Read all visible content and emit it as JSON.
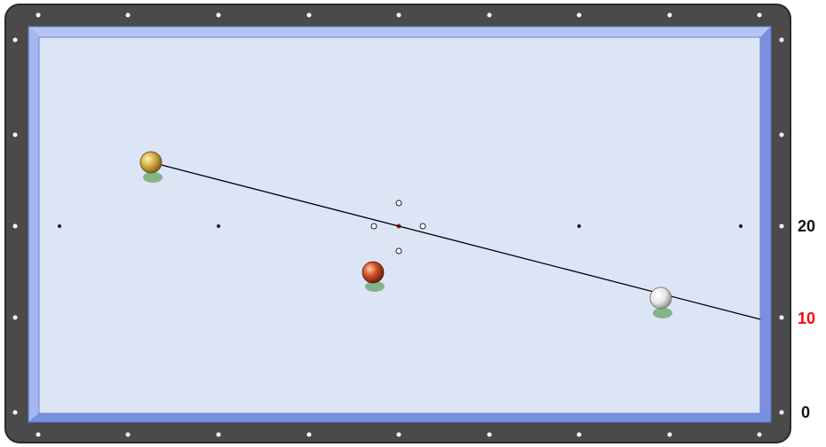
{
  "colors": {
    "rail": "#4a4a4a",
    "rail_edge": "#2a2a2a",
    "cushion": "#8ea2ea",
    "cushion_light": "#b7c4f2",
    "cushion_dark": "#6f84d6",
    "cloth": "#dbe5f6",
    "diamond": "#ffffff",
    "marker": "#111111",
    "spot": "#b02020",
    "scale_text": "#111111",
    "scale_highlight": "#ff0000"
  },
  "scale": {
    "labels": [
      {
        "value": "20",
        "highlighted": false
      },
      {
        "value": "10",
        "highlighted": true
      },
      {
        "value": "0",
        "highlighted": false
      }
    ]
  },
  "balls": [
    {
      "name": "yellow-ball",
      "color": "yellow",
      "fill": "#c9a23a"
    },
    {
      "name": "red-ball",
      "color": "red",
      "fill": "#c84a2a"
    },
    {
      "name": "white-ball",
      "color": "white",
      "fill": "#f2f2f2"
    }
  ],
  "aim_line": {
    "visible": true,
    "color": "#000000"
  }
}
